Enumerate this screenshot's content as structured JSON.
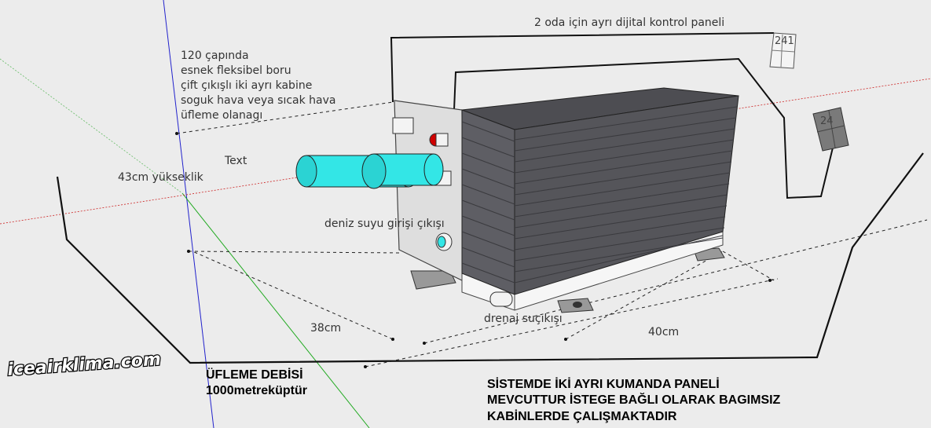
{
  "annotations": {
    "control_panel": "2 oda için ayrı dijital kontrol paneli",
    "duct_line1": "120 çapında",
    "duct_line2": "esnek fleksibel boru",
    "duct_line3": "çift çıkışlı iki ayrı kabine",
    "duct_line4": "soguk hava veya sıcak hava",
    "duct_line5": "üfleme olanagı",
    "text_placeholder": "Text",
    "height": "43cm yükseklik",
    "sea_water": "deniz suyu girişi çıkışı",
    "drain": "drenaj suçıkışı",
    "width": "38cm",
    "length": "40cm"
  },
  "panels": {
    "panel1": "241",
    "panel2": "24"
  },
  "logo": "iceairklima.com",
  "airflow": {
    "line1": "ÜFLEME DEBİSİ",
    "line2": "1000metreküptür"
  },
  "system_note": {
    "line1": "SİSTEMDE İKİ AYRI KUMANDA PANELİ",
    "line2": "MEVCUTTUR İSTEGE BAĞLI OLARAK BAGIMSIZ",
    "line3": "KABİNLERDE ÇALIŞMAKTADIR"
  },
  "colors": {
    "background": "#ececec",
    "duct": "#33e6e6",
    "unit_body": "#5a5a5e",
    "frame": "#dcdcdc",
    "red_port": "#d00000"
  }
}
